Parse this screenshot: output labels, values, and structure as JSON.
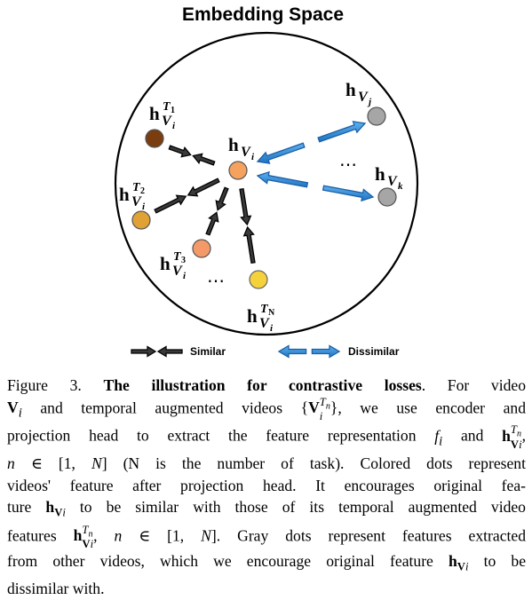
{
  "figure": {
    "title": "Embedding Space",
    "labels": {
      "center": {
        "base": "h",
        "sub": "V",
        "subsub": "i",
        "sup": ""
      },
      "t1": {
        "base": "h",
        "sub": "V",
        "subsub": "i",
        "sup": "T",
        "supsub": "1"
      },
      "t2": {
        "base": "h",
        "sub": "V",
        "subsub": "i",
        "sup": "T",
        "supsub": "2"
      },
      "t3": {
        "base": "h",
        "sub": "V",
        "subsub": "i",
        "sup": "T",
        "supsub": "3"
      },
      "tn": {
        "base": "h",
        "sub": "V",
        "subsub": "i",
        "sup": "T",
        "supsub": "N"
      },
      "j": {
        "base": "h",
        "sub": "V",
        "subsub": "j"
      },
      "k": {
        "base": "h",
        "sub": "V",
        "subsub": "k"
      }
    },
    "ellipsis": "…",
    "legend": {
      "similar": "Similar",
      "dissimilar": "Dissimilar"
    },
    "colors": {
      "t1": "#7a3d10",
      "t2": "#e0a234",
      "t3": "#f39a68",
      "tn": "#f5d23c",
      "center": "#f4a25e",
      "gray": "#a6a6a6",
      "similar_arrow": "#333333",
      "dissimilar_arrow": "#2e86d4"
    }
  },
  "caption": {
    "lines": [
      [
        "Figure 3. ",
        "**The illustration for contrastive losses",
        ". For video"
      ],
      [
        "$V_i$",
        " and temporal augmented videos ",
        "$\\{V_i^{T_n}\\}$",
        ", we use encoder and"
      ],
      [
        "projection head to extract the feature representation ",
        "$f_i$",
        " and ",
        "$h_{V_i}^{T_n}$",
        ","
      ],
      [
        "$n \\in [1, N]$",
        " (N is the number of task). Colored dots represent"
      ],
      [
        "videos' feature after projection head. It encourages original fea-"
      ],
      [
        "ture ",
        "$h_{V_i}$",
        " to be similar with those of its temporal augmented video"
      ],
      [
        "features ",
        "$h_{V_i}^{T_n}$",
        ", ",
        "$n \\in [1, N]$",
        ". Gray dots represent features extracted"
      ],
      [
        "from other videos, which we encourage original feature ",
        "$h_{V_i}$",
        " to be"
      ],
      [
        "dissimilar with."
      ]
    ]
  }
}
